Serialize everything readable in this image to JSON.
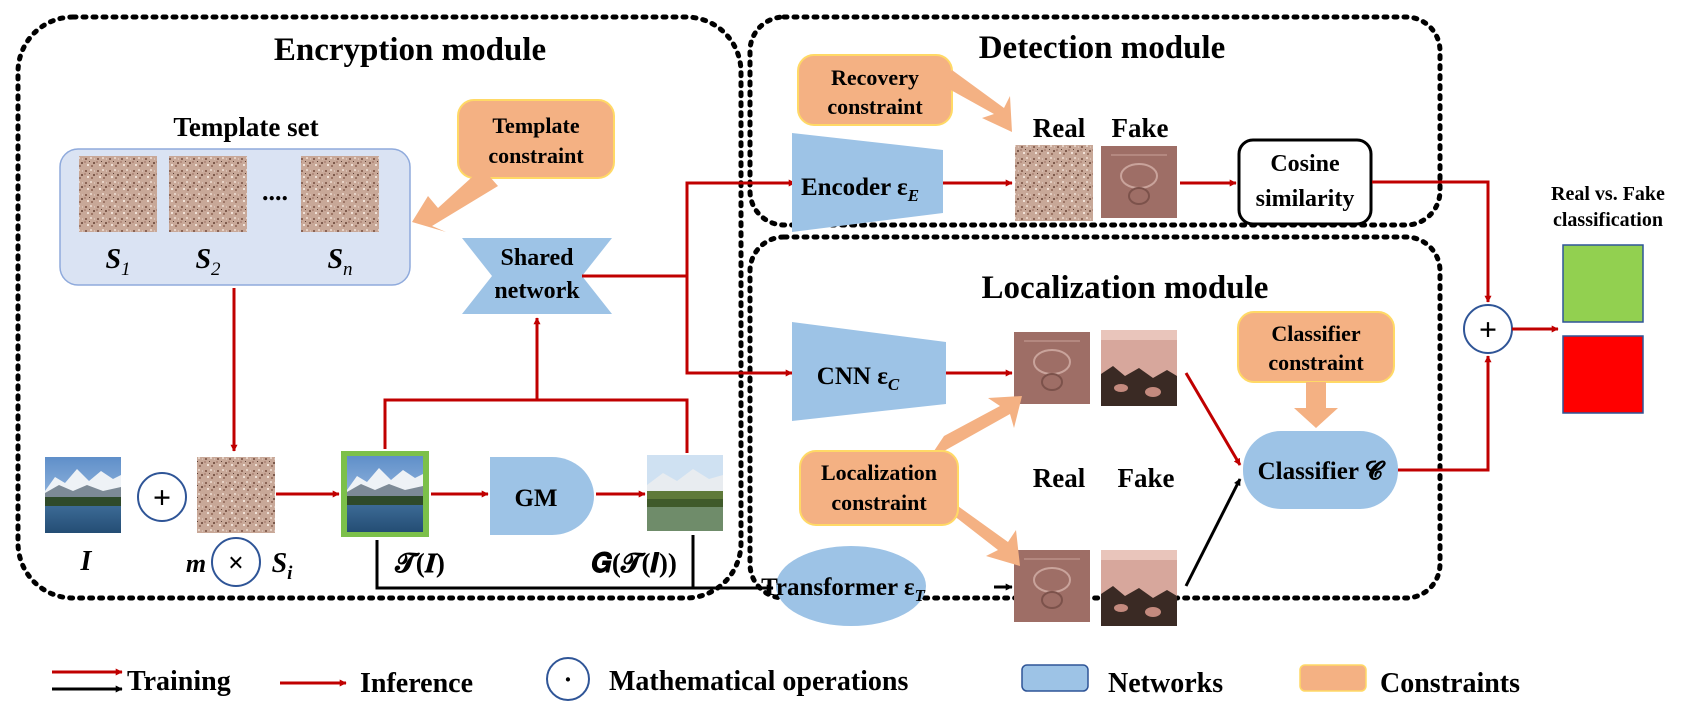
{
  "modules": {
    "encryption": "Encryption module",
    "detection": "Detection module",
    "localization": "Localization module"
  },
  "encryption": {
    "template_set": "Template set",
    "template_labels": [
      "S",
      "S",
      "S"
    ],
    "template_subscripts": [
      "1",
      "2",
      "n"
    ],
    "ellipsis": "....",
    "template_constraint": [
      "Template",
      "constraint"
    ],
    "shared_network": [
      "Shared",
      "network"
    ],
    "gm": "GM",
    "input_label": "I",
    "mask_m": "m",
    "mask_s": "S",
    "mask_sub": "i",
    "t_of_i": "𝓣(𝑰)",
    "g_of_t": "𝑮(𝓣(𝑰))"
  },
  "detection": {
    "recovery_constraint": [
      "Recovery",
      "constraint"
    ],
    "encoder": "Encoder ε",
    "encoder_sub": "E",
    "real": "Real",
    "fake": "Fake",
    "cosine": [
      "Cosine",
      "similarity"
    ]
  },
  "localization": {
    "cnn": "CNN ε",
    "cnn_sub": "C",
    "transformer": "Transformer ε",
    "transformer_sub": "T",
    "localization_constraint": [
      "Localization",
      "constraint"
    ],
    "real": "Real",
    "fake": "Fake",
    "classifier_constraint": [
      "Classifier",
      "constraint"
    ],
    "classifier": "Classifier 𝓒"
  },
  "output": {
    "title": [
      "Real vs. Fake",
      "classification"
    ],
    "colors": {
      "real": "#92d050",
      "fake": "#ff0000"
    }
  },
  "operators": {
    "plus": "+",
    "times": "×",
    "dot": "·"
  },
  "legend": {
    "training": "Training",
    "inference": "Inference",
    "math_ops": "Mathematical operations",
    "networks": "Networks",
    "constraints": "Constraints"
  },
  "colors": {
    "network": "#9dc3e6",
    "constraint": "#f4b183",
    "arrow_red": "#c00000",
    "arrow_black": "#000000",
    "template_bg": "#dae3f3"
  },
  "icons": [
    "noise-template-image",
    "landscape-photo",
    "residual-map-image",
    "mask-map-image"
  ]
}
